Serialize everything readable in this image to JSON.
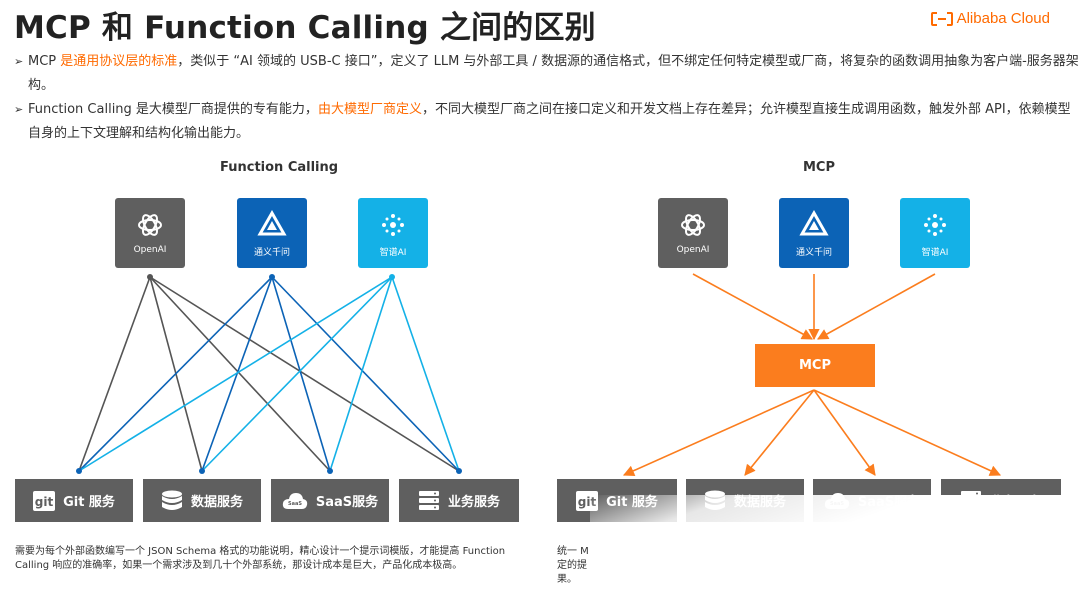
{
  "header": {
    "title": "MCP 和 Function Calling 之间的区别",
    "brand": "Alibaba Cloud"
  },
  "bullets": [
    {
      "pre": "MCP ",
      "hl": "是通用协议层的标准",
      "post": "，类似于 “AI 领域的 USB-C 接口”，定义了 LLM 与外部工具 / 数据源的通信格式，但不绑定任何特定模型或厂商，将复杂的函数调用抽象为客户端-服务器架构。"
    },
    {
      "pre": "Function Calling 是大模型厂商提供的专有能力，",
      "hl": "由大模型厂商定义",
      "post": "，不同大模型厂商之间在接口定义和开发文档上存在差异；允许模型直接生成调用函数，触发外部 API，依赖模型自身的上下文理解和结构化输出能力。"
    }
  ],
  "left": {
    "title": "Function Calling",
    "models": [
      {
        "label": "OpenAI",
        "icon": "openai-icon"
      },
      {
        "label": "通义千问",
        "icon": "tongyi-icon"
      },
      {
        "label": "智谱AI",
        "icon": "zhipu-icon"
      }
    ],
    "services": [
      {
        "label": "Git 服务",
        "icon": "git-icon"
      },
      {
        "label": "数据服务",
        "icon": "database-icon"
      },
      {
        "label": "SaaS服务",
        "icon": "saas-cloud-icon"
      },
      {
        "label": "业务服务",
        "icon": "server-icon"
      }
    ],
    "note": "需要为每个外部函数编写一个 JSON Schema 格式的功能说明，精心设计一个提示词模版，才能提高 Function Calling 响应的准确率，如果一个需求涉及到几十个外部系统，那设计成本是巨大，产品化成本极高。"
  },
  "right": {
    "title": "MCP",
    "hub": "MCP",
    "models": [
      {
        "label": "OpenAI",
        "icon": "openai-icon"
      },
      {
        "label": "通义千问",
        "icon": "tongyi-icon"
      },
      {
        "label": "智谱AI",
        "icon": "zhipu-icon"
      }
    ],
    "services": [
      {
        "label": "Git 服务",
        "icon": "git-icon"
      },
      {
        "label": "数据服务",
        "icon": "database-icon"
      },
      {
        "label": "SaaS服务",
        "icon": "saas-cloud-icon"
      },
      {
        "label": "业务服务",
        "icon": "server-icon"
      }
    ],
    "note_lines": [
      "统一 M",
      "定的提",
      "果。"
    ]
  },
  "colors": {
    "accent": "#ff6a00",
    "mcp": "#fb7d1e",
    "dark_line": "#555555",
    "blue_line": "#0c63b6",
    "cyan_line": "#14b1e7"
  }
}
